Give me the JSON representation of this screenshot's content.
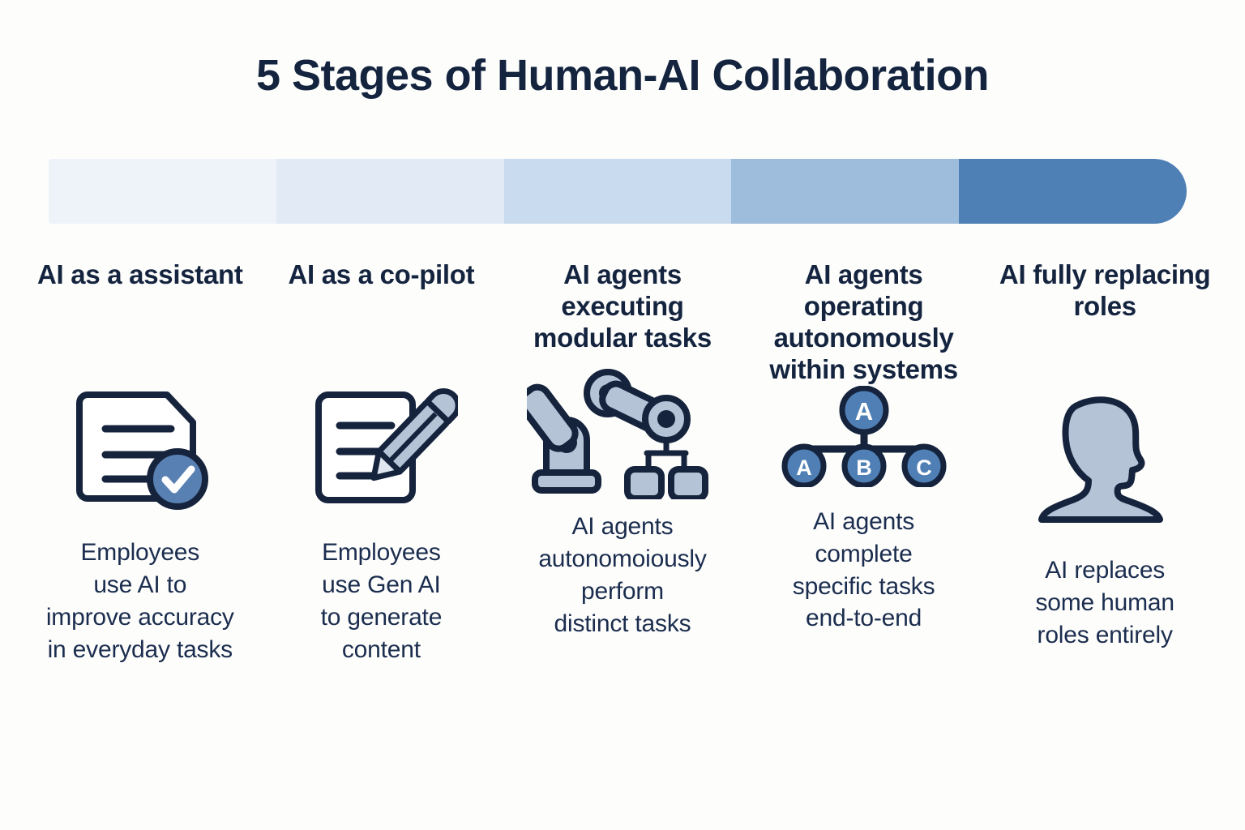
{
  "header": {
    "title": "5 Stages of Human-AI Collaboration"
  },
  "colors": {
    "background": "#fdfdfc",
    "title_text": "#14243f",
    "body_text": "#1b2d4e",
    "icon_outline": "#15233c",
    "icon_fill": "#b4c3d6",
    "accent_blue": "#4f7fb4"
  },
  "progress_bar": {
    "name": "stage-gradient-bar",
    "segments": [
      {
        "index": 1,
        "color": "#eef3fa"
      },
      {
        "index": 2,
        "color": "#e1eaf5"
      },
      {
        "index": 3,
        "color": "#c9dbee"
      },
      {
        "index": 4,
        "color": "#9ebddd"
      },
      {
        "index": 5,
        "color": "#4f80b5"
      }
    ]
  },
  "stages": [
    {
      "index": 1,
      "heading": "AI as a assistant",
      "icon": "document-check-icon",
      "description": "Employees\nuse AI to\nimprove accuracy\nin everyday tasks"
    },
    {
      "index": 2,
      "heading": "AI as a co-pilot",
      "icon": "document-pencil-icon",
      "description": "Employees\nuse Gen AI\nto generate\ncontent"
    },
    {
      "index": 3,
      "heading": "AI agents executing modular tasks",
      "icon": "robot-arm-icon",
      "description": "AI agents\nautonomoiously\nperform\ndistinct tasks"
    },
    {
      "index": 4,
      "heading": "AI agents operating autonomously within systems",
      "icon": "org-tree-icon",
      "description": "AI agents\ncomplete\nspecific tasks\nend-to-end"
    },
    {
      "index": 5,
      "heading": "AI fully replacing roles",
      "icon": "person-silhouette-icon",
      "description": "AI replaces\nsome human\nroles entirely"
    }
  ],
  "icon_labels": {
    "tree_root": "A",
    "tree_child_1": "A",
    "tree_child_2": "B",
    "tree_child_3": "C"
  }
}
